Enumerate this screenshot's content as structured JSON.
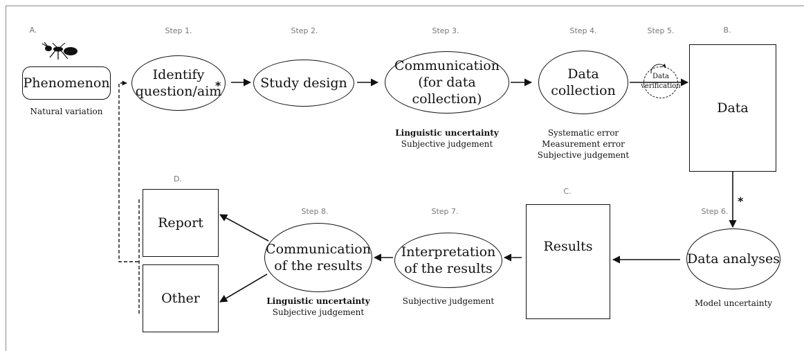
{
  "labels": {
    "a": "A.",
    "b": "B.",
    "c": "C.",
    "d": "D."
  },
  "steps": {
    "s1": "Step 1.",
    "s2": "Step 2.",
    "s3": "Step 3.",
    "s4": "Step 4.",
    "s5": "Step 5.",
    "s6": "Step 6.",
    "s7": "Step 7.",
    "s8": "Step 8."
  },
  "nodes": {
    "phenomenon": "Phenomenon",
    "identify_line1": "Identify",
    "identify_line2": "question/aim",
    "study_design": "Study design",
    "communication_line1": "Communication",
    "communication_line2": "(for data collection)",
    "data_collection_line1": "Data",
    "data_collection_line2": "collection",
    "data_verification_line1": "Data",
    "data_verification_line2": "verification",
    "data": "Data",
    "data_analyses": "Data analyses",
    "results": "Results",
    "interpretation_line1": "Interpretation",
    "interpretation_line2": "of the results",
    "communication_results_line1": "Communication",
    "communication_results_line2": "of the results",
    "report": "Report",
    "other": "Other"
  },
  "notes": {
    "natural_variation": "Natural variation",
    "step3_bold": "Linguistic uncertainty",
    "step3_normal": "Subjective judgement",
    "step4_line1": "Systematic error",
    "step4_line2": "Measurement error",
    "step4_line3": "Subjective judgement",
    "model_uncertainty": "Model uncertainty",
    "step7_note": "Subjective judgement",
    "step8_bold": "Linguistic uncertainty",
    "step8_normal": "Subjective judgement"
  },
  "markers": {
    "asterisk": "*"
  },
  "icons": {
    "ant": "ant-icon"
  }
}
